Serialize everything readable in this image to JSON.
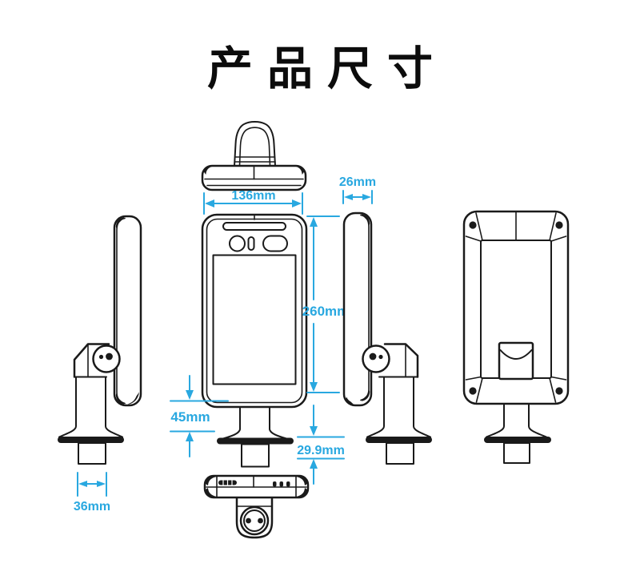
{
  "title": "产品尺寸",
  "colors": {
    "background": "#ffffff",
    "line": "#1a1a1a",
    "dimension_accent": "#29a8e0"
  },
  "dimensions": {
    "width": "136mm",
    "thickness": "26mm",
    "height": "260mm",
    "neck": "45mm",
    "base": "29.9mm",
    "pole": "36mm"
  }
}
